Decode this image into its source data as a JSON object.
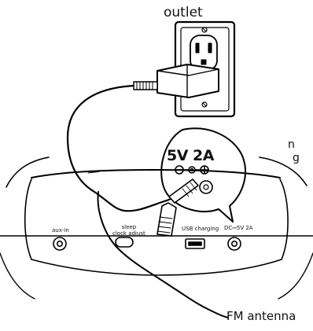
{
  "labels": {
    "outlet": "outlet",
    "fm_antenna": "FM antenna",
    "cut_text_line1": "n",
    "cut_text_line2": "g"
  },
  "callout": {
    "rating": "5V 2A"
  },
  "ports": {
    "aux_in": "aux-in",
    "sleep_line1": "sleep",
    "sleep_line2": "clock adjust",
    "usb": "USB charging",
    "dc": "DC⎓5V 2A"
  }
}
